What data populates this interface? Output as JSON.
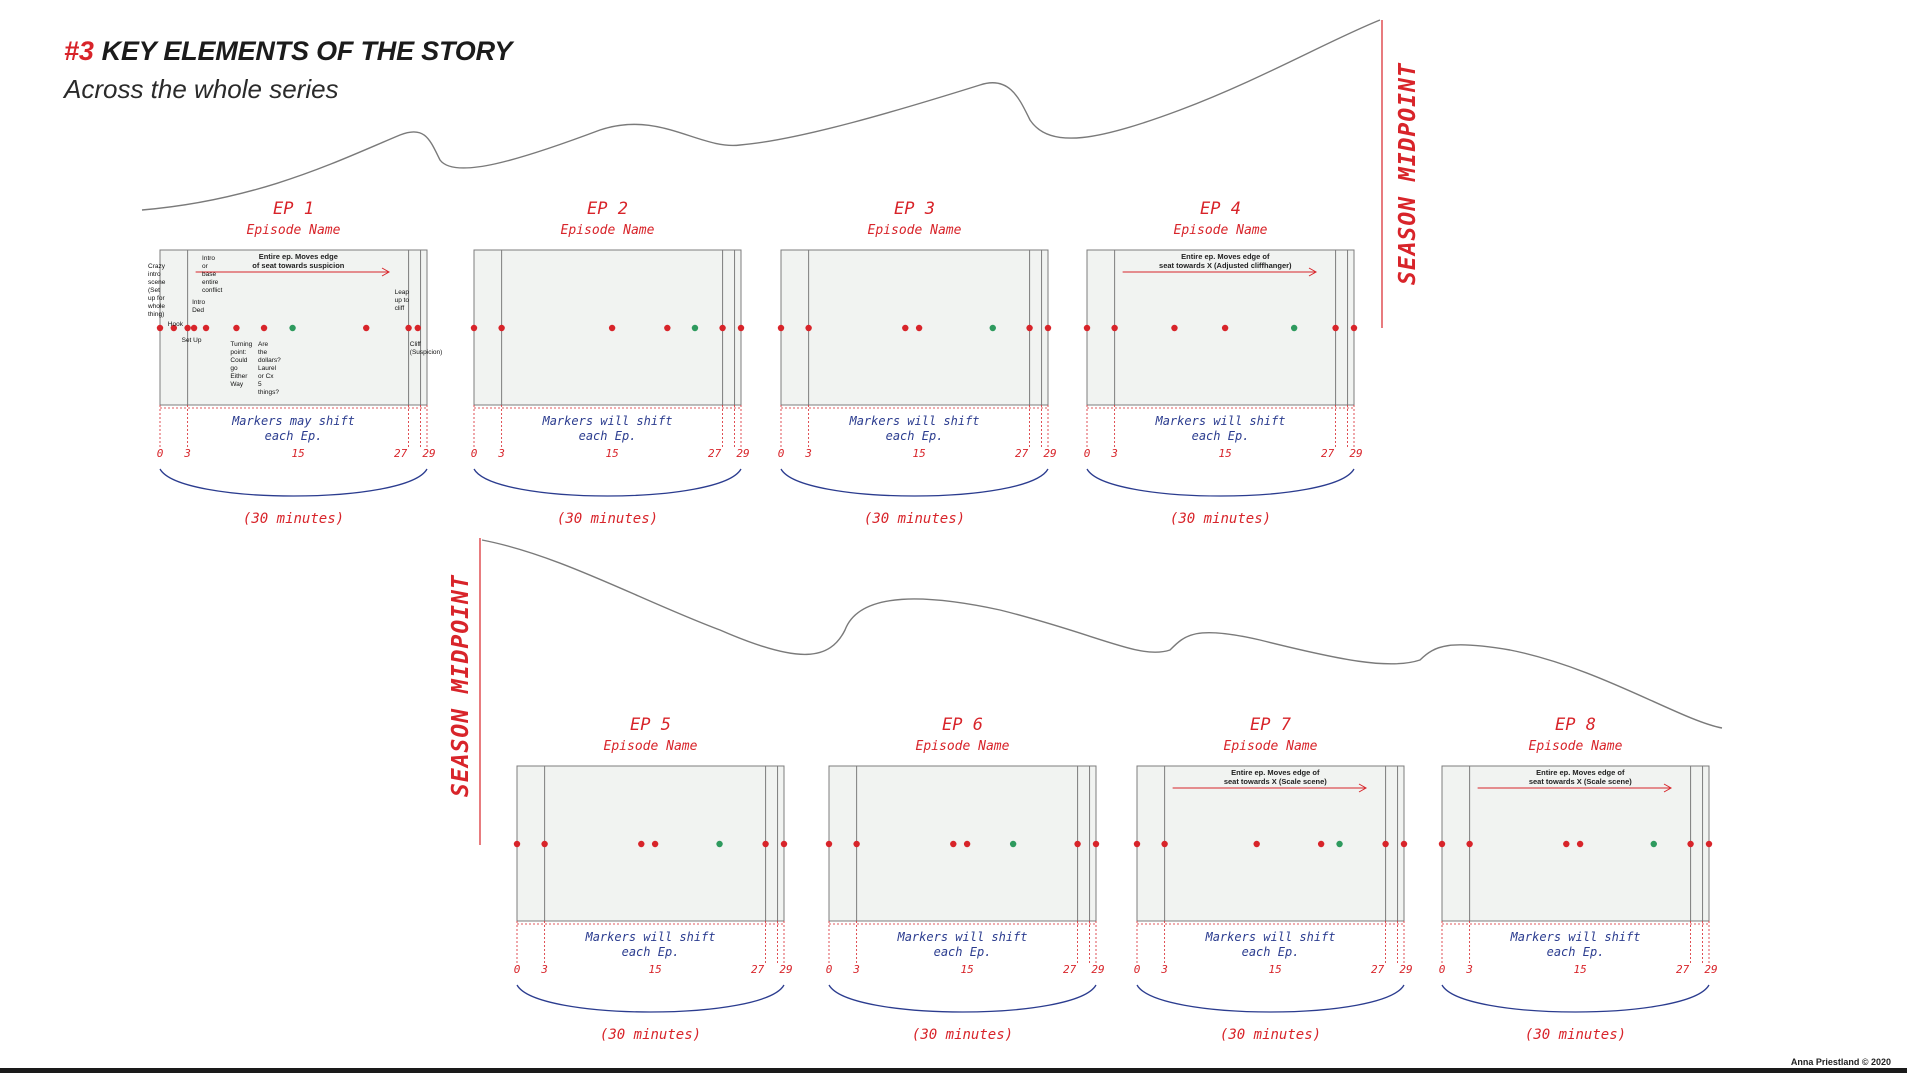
{
  "header": {
    "title_number": "#3",
    "title_text": "KEY ELEMENTS OF THE STORY",
    "subtitle": "Across the whole series"
  },
  "midpoint_label": "SEASON MIDPOINT",
  "credit": "Anna Priestland © 2020",
  "colors": {
    "accent_red": "#d8242a",
    "marker_green": "#2e9a5e",
    "label_blue": "#2b3c8f",
    "panel_fill": "#f1f3f1",
    "panel_border": "#7d7d7d"
  },
  "timeline_ticks": [
    "0",
    "3",
    "15",
    "27",
    "29"
  ],
  "episodes": [
    {
      "ep": "EP 1",
      "name": "Episode Name",
      "duration": "(30 minutes)",
      "note": "Markers may shift each Ep.",
      "ticks": [
        "0",
        "3",
        "15",
        "27",
        "29"
      ],
      "markers": [
        {
          "minute": 0,
          "color": "red"
        },
        {
          "minute": 1.5,
          "color": "red"
        },
        {
          "minute": 3,
          "color": "red"
        },
        {
          "minute": 3.7,
          "color": "red"
        },
        {
          "minute": 5,
          "color": "red"
        },
        {
          "minute": 8.3,
          "color": "red"
        },
        {
          "minute": 11.3,
          "color": "red"
        },
        {
          "minute": 14.4,
          "color": "green"
        },
        {
          "minute": 22.4,
          "color": "red"
        },
        {
          "minute": 27,
          "color": "red"
        },
        {
          "minute": 28,
          "color": "red"
        }
      ],
      "arrow_note": "Entire ep. Moves edge of seat towards suspicion",
      "annotations": [
        {
          "text": "Crazy intro scene (Set up for whole thing)",
          "anchor": 0
        },
        {
          "text": "Hook",
          "anchor": 1.5
        },
        {
          "text": "Set Up",
          "anchor": 3
        },
        {
          "text": "Intro Ded",
          "anchor": 3.7
        },
        {
          "text": "Intro or base entire conflict",
          "anchor": 5
        },
        {
          "text": "Turning point: Could go Either Way",
          "anchor": 8.3
        },
        {
          "text": "Are the dollars? Laurel or Cx 5 things?",
          "anchor": 11.3
        },
        {
          "text": "Leap up to cliff",
          "anchor": 27
        },
        {
          "text": "Cliff (Suspicion)",
          "anchor": 28
        }
      ]
    },
    {
      "ep": "EP 2",
      "name": "Episode Name",
      "duration": "(30 minutes)",
      "note": "Markers will shift each Ep.",
      "ticks": [
        "0",
        "3",
        "15",
        "27",
        "29"
      ],
      "markers": [
        {
          "minute": 0,
          "color": "red"
        },
        {
          "minute": 3,
          "color": "red"
        },
        {
          "minute": 15,
          "color": "red"
        },
        {
          "minute": 21,
          "color": "red"
        },
        {
          "minute": 24,
          "color": "green"
        },
        {
          "minute": 27,
          "color": "red"
        },
        {
          "minute": 29,
          "color": "red"
        }
      ]
    },
    {
      "ep": "EP 3",
      "name": "Episode Name",
      "duration": "(30 minutes)",
      "note": "Markers will shift each Ep.",
      "ticks": [
        "0",
        "3",
        "15",
        "27",
        "29"
      ],
      "markers": [
        {
          "minute": 0,
          "color": "red"
        },
        {
          "minute": 3,
          "color": "red"
        },
        {
          "minute": 13.5,
          "color": "red"
        },
        {
          "minute": 15,
          "color": "red"
        },
        {
          "minute": 23,
          "color": "green"
        },
        {
          "minute": 27,
          "color": "red"
        },
        {
          "minute": 29,
          "color": "red"
        }
      ]
    },
    {
      "ep": "EP 4",
      "name": "Episode Name",
      "duration": "(30 minutes)",
      "note": "Markers will shift each Ep.",
      "ticks": [
        "0",
        "3",
        "15",
        "27",
        "29"
      ],
      "markers": [
        {
          "minute": 0,
          "color": "red"
        },
        {
          "minute": 3,
          "color": "red"
        },
        {
          "minute": 9.5,
          "color": "red"
        },
        {
          "minute": 15,
          "color": "red"
        },
        {
          "minute": 22.5,
          "color": "green"
        },
        {
          "minute": 27,
          "color": "red"
        },
        {
          "minute": 29,
          "color": "red"
        }
      ],
      "arrow_note": "Entire ep. Moves edge of seat towards X (Adjusted cliffhanger)"
    },
    {
      "ep": "EP 5",
      "name": "Episode Name",
      "duration": "(30 minutes)",
      "note": "Markers will shift each Ep.",
      "ticks": [
        "0",
        "3",
        "15",
        "27",
        "29"
      ],
      "markers": [
        {
          "minute": 0,
          "color": "red"
        },
        {
          "minute": 3,
          "color": "red"
        },
        {
          "minute": 13.5,
          "color": "red"
        },
        {
          "minute": 15,
          "color": "red"
        },
        {
          "minute": 22,
          "color": "green"
        },
        {
          "minute": 27,
          "color": "red"
        },
        {
          "minute": 29,
          "color": "red"
        }
      ]
    },
    {
      "ep": "EP 6",
      "name": "Episode Name",
      "duration": "(30 minutes)",
      "note": "Markers will shift each Ep.",
      "ticks": [
        "0",
        "3",
        "15",
        "27",
        "29"
      ],
      "markers": [
        {
          "minute": 0,
          "color": "red"
        },
        {
          "minute": 3,
          "color": "red"
        },
        {
          "minute": 13.5,
          "color": "red"
        },
        {
          "minute": 15,
          "color": "red"
        },
        {
          "minute": 20,
          "color": "green"
        },
        {
          "minute": 27,
          "color": "red"
        },
        {
          "minute": 29,
          "color": "red"
        }
      ]
    },
    {
      "ep": "EP 7",
      "name": "Episode Name",
      "duration": "(30 minutes)",
      "note": "Markers will shift each Ep.",
      "ticks": [
        "0",
        "3",
        "15",
        "27",
        "29"
      ],
      "markers": [
        {
          "minute": 0,
          "color": "red"
        },
        {
          "minute": 3,
          "color": "red"
        },
        {
          "minute": 13,
          "color": "red"
        },
        {
          "minute": 20,
          "color": "red"
        },
        {
          "minute": 22,
          "color": "green"
        },
        {
          "minute": 27,
          "color": "red"
        },
        {
          "minute": 29,
          "color": "red"
        }
      ],
      "arrow_note": "Entire ep. Moves edge of seat towards X (Scale scene)"
    },
    {
      "ep": "EP 8",
      "name": "Episode Name",
      "duration": "(30 minutes)",
      "note": "Markers will shift each Ep.",
      "ticks": [
        "0",
        "3",
        "15",
        "27",
        "29"
      ],
      "markers": [
        {
          "minute": 0,
          "color": "red"
        },
        {
          "minute": 3,
          "color": "red"
        },
        {
          "minute": 13.5,
          "color": "red"
        },
        {
          "minute": 15,
          "color": "red"
        },
        {
          "minute": 23,
          "color": "green"
        },
        {
          "minute": 27,
          "color": "red"
        },
        {
          "minute": 29,
          "color": "red"
        }
      ],
      "arrow_note": "Entire ep. Moves edge of seat towards X (Scale scene)"
    }
  ]
}
